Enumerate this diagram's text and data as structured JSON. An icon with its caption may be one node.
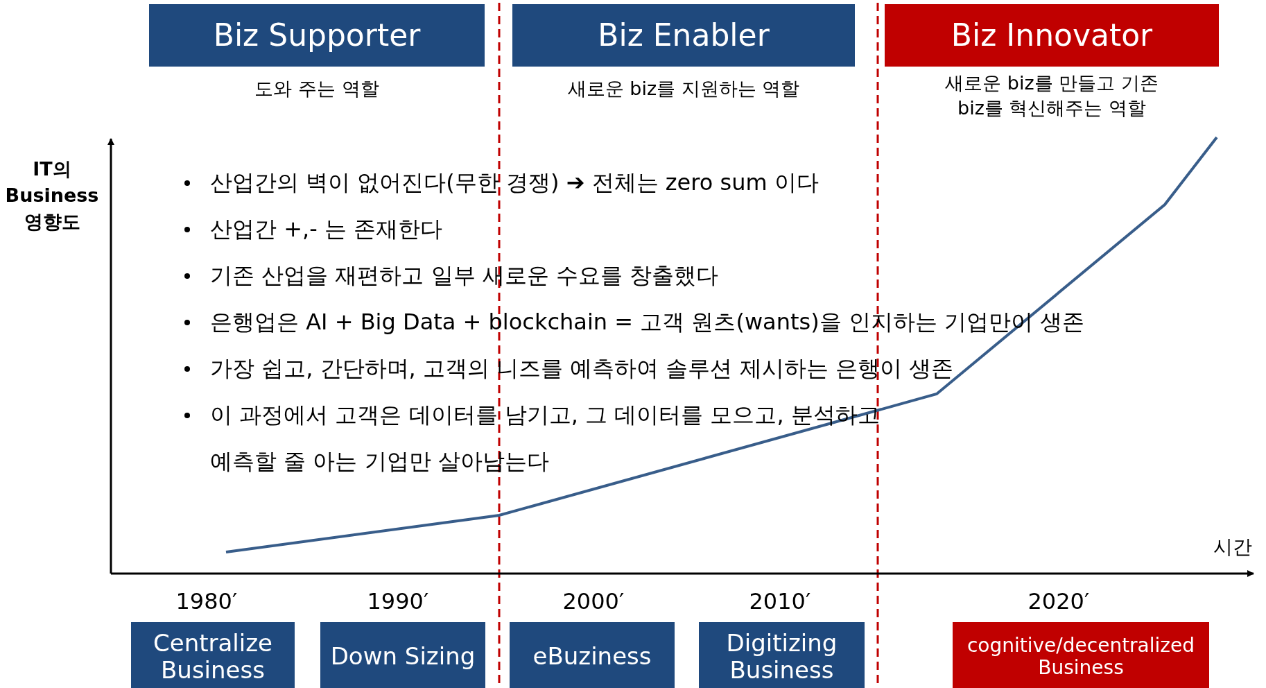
{
  "diagram": {
    "nodes": [
      {
        "text": [
          "Biz Supporter"
        ],
        "beside": [
          "도와 주는 역할"
        ]
      },
      {
        "text": [
          "Biz Enabler"
        ],
        "beside": [
          "새로운 biz를 지원하는 역할"
        ]
      },
      {
        "text": [
          "Biz Innovator"
        ],
        "beside": [
          "새로운 biz를 만들고 기존 biz를 혁신해주는 역할"
        ]
      },
      {
        "text": [
          "Centralize Business"
        ]
      },
      {
        "text": [
          "Down Sizing"
        ]
      },
      {
        "text": [
          "eBuziness"
        ]
      },
      {
        "text": [
          "Digitizing Business"
        ]
      },
      {
        "text": [
          "cognitive/decentralized Business"
        ]
      }
    ],
    "labels": [
      "IT의 Business 영향도",
      "산업간의 벽이 없어진다(무한 경쟁) ➔ 전체는 zero sum 이다",
      "산업간 +,- 는 존재한다",
      "기존 산업을 재편하고 일부 새로운 수요를 창출했다",
      "은행업은 AI + Big Data + blockchain = 고객 원츠(wants)을 인지하는 기업만이 생존",
      "가장 쉽고, 간단하며, 고객의 니즈를 예측하여 솔루션 제시하는 은행이 생존",
      "이 과정에서 고객은 데이터를 남기고, 그 데이터를 모으고, 분석하고 예측할 줄 아는 기업만 살아남는다",
      "시간",
      "1980′",
      "1990′",
      "2000′",
      "2010′",
      "2020′"
    ]
  }
}
